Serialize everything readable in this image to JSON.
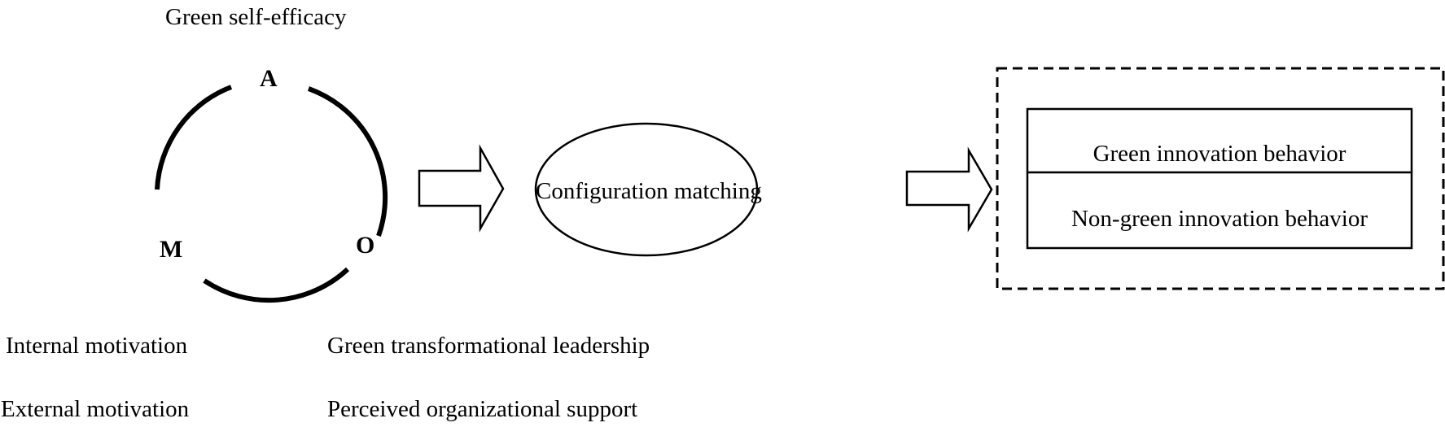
{
  "ability": {
    "letter": "A",
    "factor": "Green self-efficacy"
  },
  "motivation": {
    "letter": "M",
    "factors": [
      "Internal motivation",
      "External motivation"
    ]
  },
  "opportunity": {
    "letter": "O",
    "factors": [
      "Green transformational leadership",
      "Perceived organizational support"
    ]
  },
  "process": {
    "label": "Configuration matching"
  },
  "outcomes": {
    "items": [
      "Green innovation behavior",
      "Non-green innovation behavior"
    ]
  }
}
